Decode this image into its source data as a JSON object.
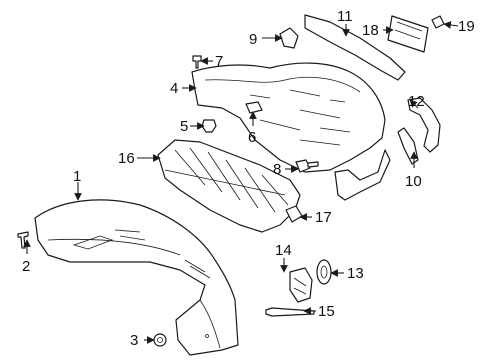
{
  "diagram": {
    "callouts": [
      {
        "id": "c1",
        "label": "1"
      },
      {
        "id": "c2",
        "label": "2"
      },
      {
        "id": "c3",
        "label": "3"
      },
      {
        "id": "c4",
        "label": "4"
      },
      {
        "id": "c5",
        "label": "5"
      },
      {
        "id": "c6",
        "label": "6"
      },
      {
        "id": "c7",
        "label": "7"
      },
      {
        "id": "c8",
        "label": "8"
      },
      {
        "id": "c9",
        "label": "9"
      },
      {
        "id": "c10",
        "label": "10"
      },
      {
        "id": "c11",
        "label": "11"
      },
      {
        "id": "c12",
        "label": "12"
      },
      {
        "id": "c13",
        "label": "13"
      },
      {
        "id": "c14",
        "label": "14"
      },
      {
        "id": "c15",
        "label": "15"
      },
      {
        "id": "c16",
        "label": "16"
      },
      {
        "id": "c17",
        "label": "17"
      },
      {
        "id": "c18",
        "label": "18"
      },
      {
        "id": "c19",
        "label": "19"
      }
    ],
    "line_color": "#1a1a1a",
    "background": "#ffffff"
  }
}
